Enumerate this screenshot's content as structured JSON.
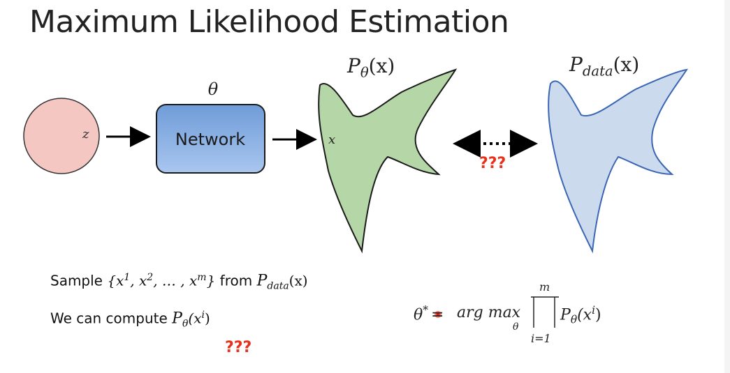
{
  "title": "Maximum Likelihood Estimation",
  "noise": {
    "label": "z"
  },
  "network": {
    "label": "Network",
    "param": "θ"
  },
  "generated": {
    "label_p": "P",
    "label_sub": "θ",
    "label_arg": "(x)",
    "point": "x"
  },
  "data_dist": {
    "label_p": "P",
    "label_sub": "data",
    "label_arg": "(x)"
  },
  "compare": {
    "question": "???"
  },
  "sample_line": {
    "prefix": "Sample ",
    "set": "{x",
    "s1": "1",
    "c1": ", x",
    "s2": "2",
    "c2": ", … , x",
    "s3": "m",
    "close": "}",
    "from": " from ",
    "p": "P",
    "sub": "data",
    "arg": "(x)"
  },
  "compute_line": {
    "prefix": "We can compute ",
    "p": "P",
    "sub": "θ",
    "arg_open": "(x",
    "sup": "i",
    "arg_close": ")"
  },
  "compute_question": "???",
  "formula": {
    "lhs": "θ",
    "star": "*",
    "eq": "=",
    "argmax": "arg max",
    "argmax_sub": "θ",
    "prod_top": "m",
    "prod_bottom": "i=1",
    "p": "P",
    "sub": "θ",
    "arg_open": "(x",
    "sup": "i",
    "arg_close": ")"
  },
  "colors": {
    "noise_fill": "#f4c7c3",
    "network_fill": "#8fb4e3",
    "generated_fill": "#b5d6a6",
    "data_fill": "#ccdaee",
    "data_stroke": "#3b66b4",
    "question_red": "#e8311b"
  }
}
